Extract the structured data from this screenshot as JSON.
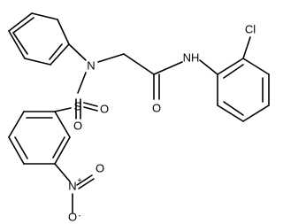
{
  "atoms": {
    "cl": "Cl",
    "nh": "NH",
    "amide_o": "O",
    "n": "N",
    "s": "S",
    "so_o1": "O",
    "so_o2": "O",
    "nitro_n": "N",
    "nitro_n_charge": "+",
    "nitro_o1": "O",
    "nitro_o1_charge": "-",
    "nitro_o2": "O"
  }
}
